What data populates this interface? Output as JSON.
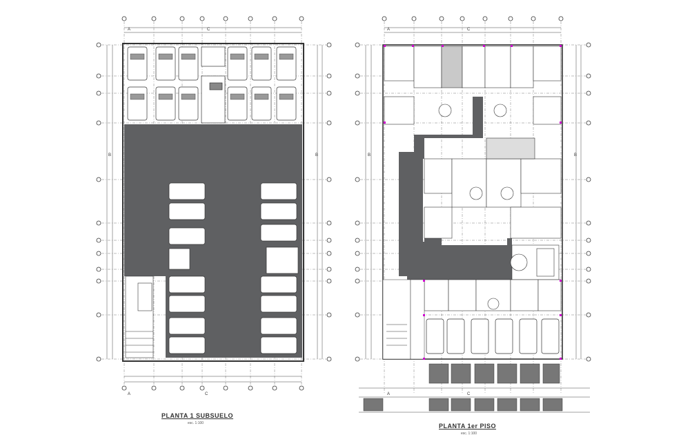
{
  "colors": {
    "background": "#ffffff",
    "line": "#3a3a3a",
    "dark_fill": "#5f6062",
    "accent_magenta": "#d000d0"
  },
  "plans": [
    {
      "id": "left",
      "caption": "PLANTA 1 SUBSUELO",
      "sublabel": "esc. 1:100"
    },
    {
      "id": "right",
      "caption": "PLANTA 1er PISO",
      "sublabel": "esc. 1:100"
    }
  ],
  "grid_labels": {
    "left_axis": [
      "A",
      "C"
    ],
    "right_axis": [
      "A",
      "C"
    ],
    "side": "B"
  }
}
